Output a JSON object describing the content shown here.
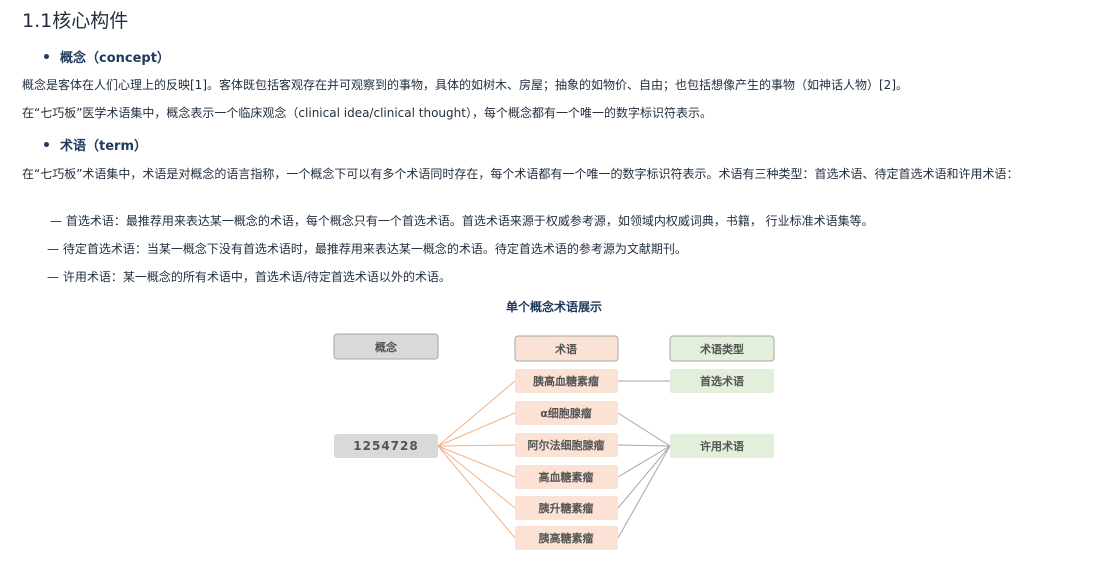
{
  "heading": "1.1核心构件",
  "sections": {
    "concept": {
      "title": "概念（concept）",
      "para1": "概念是客体在人们心理上的反映[1]。客体既包括客观存在并可观察到的事物，具体的如树木、房屋；抽象的如物价、自由；也包括想像产生的事物（如神话人物）[2]。",
      "para2": "在“七巧板”医学术语集中，概念表示一个临床观念（clinical idea/clinical thought），每个概念都有一个唯一的数字标识符表示。"
    },
    "term": {
      "title": "术语（term）",
      "para1": "在“七巧板”术语集中，术语是对概念的语言指称，一个概念下可以有多个术语同时存在，每个术语都有一个唯一的数字标识符表示。术语有三种类型：首选术语、待定首选术语和许用术语：",
      "types": [
        "— 首选术语：最推荐用来表达某一概念的术语，每个概念只有一个首选术语。首选术语来源于权威参考源，如领域内权威词典，书籍，    行业标准术语集等。",
        "— 待定首选术语：当某一概念下没有首选术语时，最推荐用来表达某一概念的术语。待定首选术语的参考源为文献期刊。",
        "— 许用术语：某一概念的所有术语中，首选术语/待定首选术语以外的术语。"
      ]
    }
  },
  "diagram": {
    "title": "单个概念术语展示",
    "headers": {
      "concept": "概念",
      "term": "术语",
      "type": "术语类型"
    },
    "concept_id": "1254728",
    "terms": [
      "胰高血糖素瘤",
      "α细胞腺瘤",
      "阿尔法细胞腺瘤",
      "高血糖素瘤",
      "胰升糖素瘤",
      "胰高糖素瘤"
    ],
    "types": [
      "首选术语",
      "许用术语"
    ],
    "colors": {
      "concept_fill": "#d9d9d9",
      "term_fill": "#fbe2d5",
      "type_fill": "#e2efda",
      "concept_line": "#f4b183",
      "type_line": "#a6a6a6"
    }
  }
}
